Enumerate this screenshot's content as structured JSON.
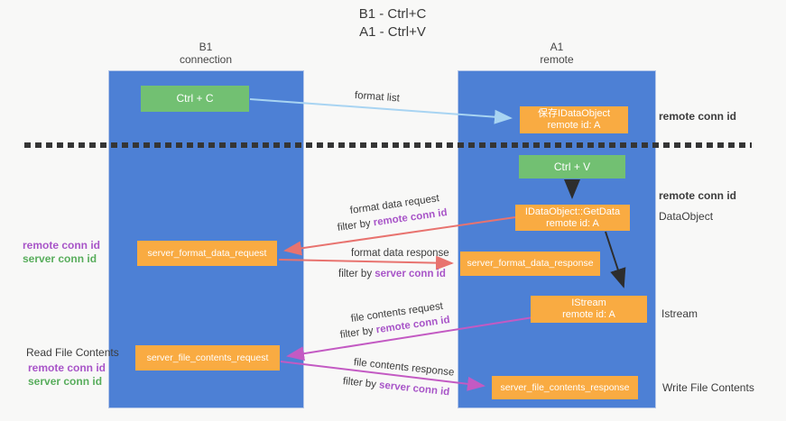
{
  "title": {
    "line1": "B1 - Ctrl+C",
    "line2": "A1 - Ctrl+V"
  },
  "lanes": {
    "left": {
      "name": "B1",
      "subtitle": "connection"
    },
    "right": {
      "name": "A1",
      "subtitle": "remote"
    }
  },
  "nodes": {
    "ctrl_c": "Ctrl + C",
    "ctrl_v": "Ctrl + V",
    "save_idataobject": {
      "line1": "保存IDataObject",
      "line2": "remote id: A"
    },
    "getdata": {
      "line1": "IDataObject::GetData",
      "line2": "remote id: A"
    },
    "istream": {
      "line1": "IStream",
      "line2": "remote id: A"
    },
    "format_request": "server_format_data_request",
    "format_response": "server_format_data_response",
    "file_request": "server_file_contents_request",
    "file_response": "server_file_contents_response"
  },
  "edge_labels": {
    "format_list": "format list",
    "format_data_request": "format data request",
    "format_data_response": "format data response",
    "file_contents_request": "file contents request",
    "file_contents_response": "file contents response",
    "filter_by": "filter by ",
    "remote_conn_id": "remote conn id",
    "server_conn_id": "server conn id"
  },
  "side_labels": {
    "right_remote_conn_id_top": "remote conn id",
    "right_remote_conn_id_mid": "remote conn id",
    "dataobject": "DataObject",
    "istream": "Istream",
    "write_file_contents": "Write File Contents",
    "left_remote_conn_id_top": "remote conn id",
    "left_server_conn_id_top": "server conn id",
    "read_file_contents": "Read File Contents",
    "left_remote_conn_id_bottom": "remote conn id",
    "left_server_conn_id_bottom": "server conn id"
  },
  "colors": {
    "lane_blue": "#4d80d5",
    "node_orange": "#f9ab42",
    "node_green": "#72c072",
    "arrow_light_blue": "#a8d4f2",
    "arrow_red": "#e8736f",
    "arrow_magenta": "#c35ac3",
    "arrow_black": "#2d2d2d",
    "label_purple": "#a855c8",
    "label_green": "#58ad5c"
  }
}
